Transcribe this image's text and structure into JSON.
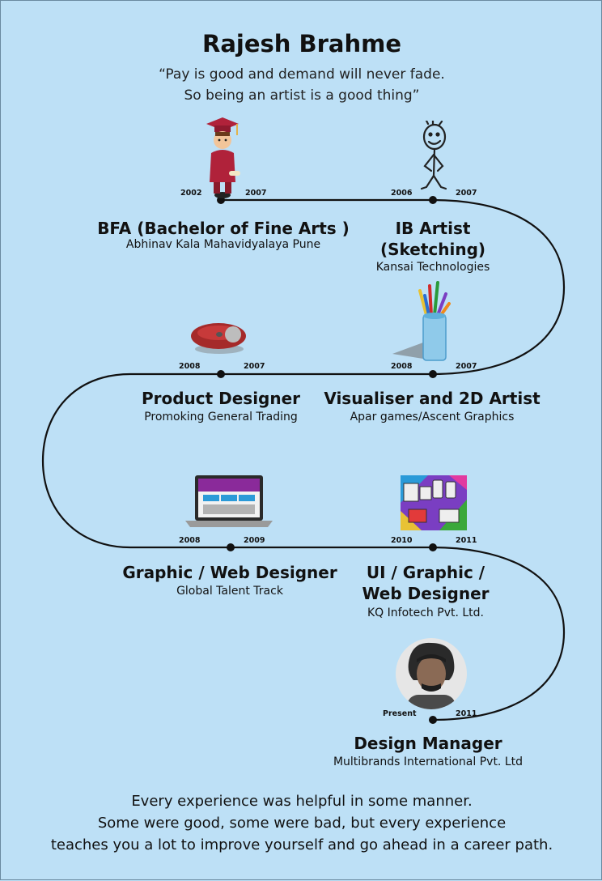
{
  "header": {
    "name": "Rajesh Brahme",
    "quote_line1": "“Pay is good and demand will never fade.",
    "quote_line2": "So being an artist is a good thing”"
  },
  "milestones": [
    {
      "role": "BFA (Bachelor of Fine Arts )",
      "org": "Abhinav Kala Mahavidyalaya Pune",
      "start": "2002",
      "end": "2007",
      "icon": "graduate-icon"
    },
    {
      "role_line1": "IB Artist",
      "role_line2": "(Sketching)",
      "org": "Kansai Technologies",
      "start": "2006",
      "end": "2007",
      "icon": "stick-figure-icon"
    },
    {
      "role": "Visualiser and 2D Artist",
      "org": "Apar games/Ascent Graphics",
      "start": "2008",
      "end": "2007",
      "icon": "pencil-cup-icon"
    },
    {
      "role": "Product Designer",
      "org": "Promoking General Trading",
      "start": "2008",
      "end": "2007",
      "icon": "mouse-icon"
    },
    {
      "role": "Graphic / Web Designer",
      "org": "Global Talent Track",
      "start": "2008",
      "end": "2009",
      "icon": "laptop-icon"
    },
    {
      "role_line1": "UI / Graphic /",
      "role_line2": "Web Designer",
      "org": "KQ Infotech Pvt. Ltd.",
      "start": "2010",
      "end": "2011",
      "icon": "devices-icon"
    },
    {
      "role": "Design Manager",
      "org": "Multibrands International Pvt. Ltd",
      "start": "Present",
      "end": "2011",
      "icon": "portrait-photo"
    }
  ],
  "footer": {
    "line1": "Every experience was helpful in some manner.",
    "line2": "Some were good, some were bad, but every experience",
    "line3": "teaches you a lot to improve yourself and go ahead in a career path."
  },
  "colors": {
    "background": "#bde0f6",
    "line": "#111111"
  }
}
